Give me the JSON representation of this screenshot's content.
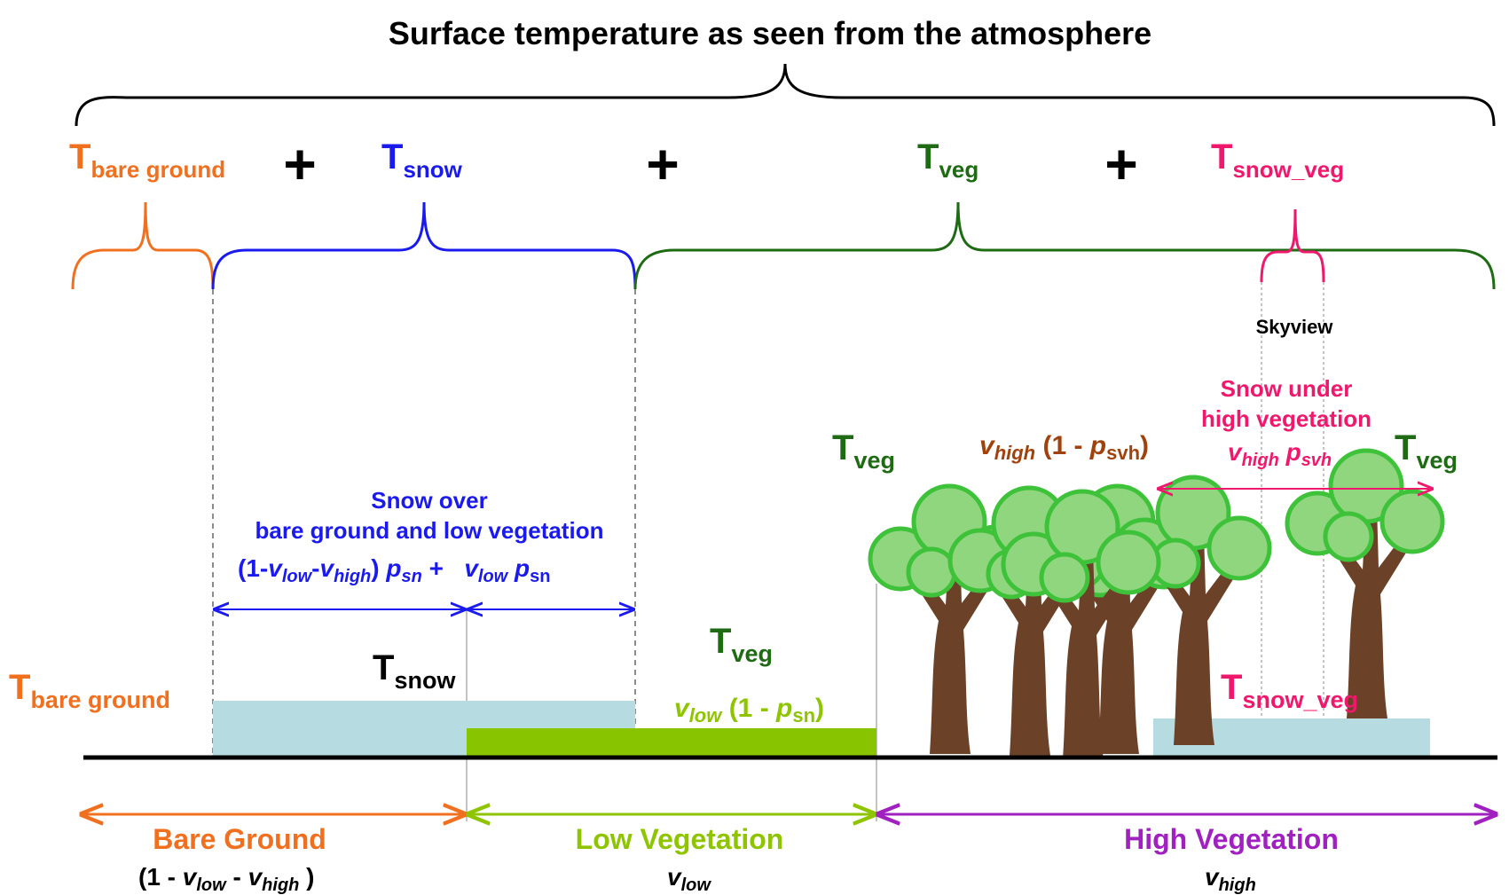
{
  "title": "Surface temperature as seen from the atmosphere",
  "colors": {
    "bare": "#f07020",
    "snow": "#1a1aee",
    "veg": "#1e6b14",
    "snow_veg": "#f0186c",
    "low_veg": "#8ec400",
    "high_veg": "#a020c0",
    "brown": "#a0420e",
    "snow_fill": "#b6dce2",
    "grass_fill": "#88c400",
    "canopy": "#8fd67e",
    "canopy_edge": "#3ec23a",
    "trunk": "#6b4128"
  },
  "top_terms": {
    "bare": {
      "main": "T",
      "sub": "bare ground"
    },
    "snow": {
      "main": "T",
      "sub": "snow"
    },
    "veg": {
      "main": "T",
      "sub": "veg"
    },
    "snow_veg": {
      "main": "T",
      "sub": "snow_veg"
    },
    "plus": "+"
  },
  "skyview": "Skyview",
  "snow_over": {
    "line1": "Snow over",
    "line2": "bare ground and low vegetation",
    "formula": {
      "open": "(1-",
      "v1": "v",
      "v1_sub": "low",
      "dash": "-",
      "v2": "v",
      "v2_sub": "high",
      "close": ") ",
      "p1": "p",
      "p1_sub": "sn",
      "plus": " +   ",
      "v3": "v",
      "v3_sub": "low",
      "sp": " ",
      "p2": "p",
      "p2_sub": "sn"
    }
  },
  "snow_under": {
    "line1": "Snow under",
    "line2": "high vegetation",
    "formula": {
      "v": "v",
      "v_sub": "high",
      "sp": " ",
      "p": "p",
      "p_sub": "svh"
    }
  },
  "scene_labels": {
    "t_bare": {
      "main": "T",
      "sub": "bare ground"
    },
    "t_snow": {
      "main": "T",
      "sub": "snow"
    },
    "t_veg_low": {
      "main": "T",
      "sub": "veg"
    },
    "t_veg_mid": {
      "main": "T",
      "sub": "veg"
    },
    "t_veg_right": {
      "main": "T",
      "sub": "veg"
    },
    "t_snow_veg": {
      "main": "T",
      "sub": "snow_veg"
    }
  },
  "low_fraction": {
    "v": "v",
    "v_sub": "low",
    "mid": " (1 - ",
    "p": "p",
    "p_sub": "sn",
    "close": ")"
  },
  "high_fraction": {
    "v": "v",
    "v_sub": "high",
    "mid": " (1 - ",
    "p": "p",
    "p_sub": "svh",
    "close": ")"
  },
  "ground_classes": {
    "bare": {
      "label": "Bare Ground",
      "formula": {
        "open": "(1 - ",
        "v1": "v",
        "v1_sub": "low",
        "dash": " - ",
        "v2": "v",
        "v2_sub": "high",
        "close": " )"
      }
    },
    "low": {
      "label": "Low Vegetation",
      "formula": {
        "v": "v",
        "v_sub": "low"
      }
    },
    "high": {
      "label": "High Vegetation",
      "formula": {
        "v": "v",
        "v_sub": "high"
      }
    }
  }
}
